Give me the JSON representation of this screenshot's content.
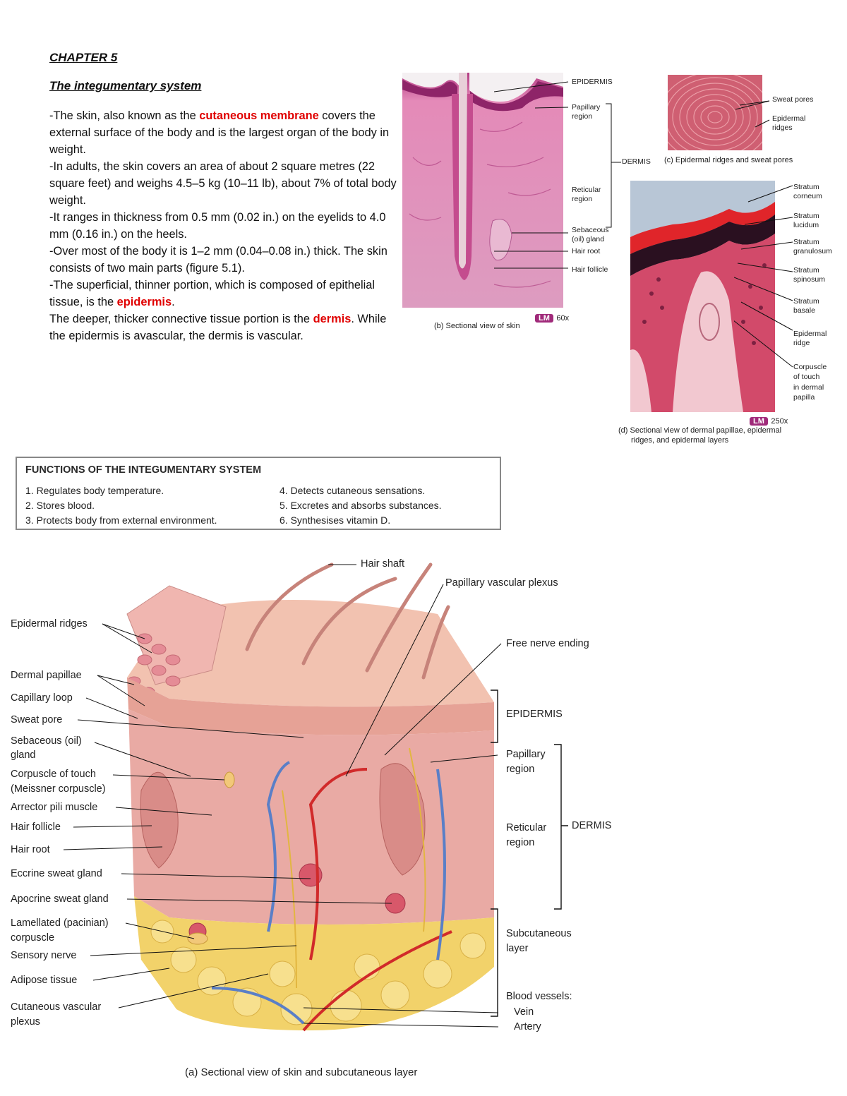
{
  "chapter": {
    "title": "CHAPTER 5",
    "section": "The integumentary system"
  },
  "body": {
    "p1_a": "-The skin, also known as the ",
    "p1_hl": "cutaneous membrane",
    "p1_b": " covers the external surface of the body and is the largest organ of the body in weight.",
    "p2": "-In adults, the skin covers an area of about 2 square metres (22 square feet) and weighs 4.5–5 kg (10–11 lb), about 7% of total body weight.",
    "p3": "-It ranges in thickness from 0.5 mm (0.02 in.) on the eyelids to 4.0 mm (0.16 in.) on the heels.",
    "p4": "-Over most of the body it is 1–2 mm (0.04–0.08 in.) thick. The skin consists of two main parts (figure 5.1).",
    "p5_a": "-The superficial, thinner portion, which is composed of epithelial tissue, is the ",
    "p5_hl": "epidermis",
    "p5_b": ".",
    "p6_a": "The deeper, thicker connective tissue portion is the ",
    "p6_hl": "dermis",
    "p6_b": ". While the epidermis is avascular, the dermis is vascular."
  },
  "fig_b": {
    "labels": {
      "epidermis": "EPIDERMIS",
      "papillary_1": "Papillary",
      "papillary_2": "region",
      "dermis": "DERMIS",
      "reticular_1": "Reticular",
      "reticular_2": "region",
      "sebaceous_1": "Sebaceous",
      "sebaceous_2": "(oil) gland",
      "hair_root": "Hair root",
      "hair_follicle": "Hair follicle"
    },
    "lm": "LM",
    "mag": "60x",
    "caption": "(b) Sectional view of skin"
  },
  "fig_c": {
    "labels": {
      "sweat_pores": "Sweat pores",
      "ridges_1": "Epidermal",
      "ridges_2": "ridges"
    },
    "caption": "(c) Epidermal ridges and sweat pores"
  },
  "fig_d": {
    "labels": {
      "corneum_1": "Stratum",
      "corneum_2": "corneum",
      "lucidum_1": "Stratum",
      "lucidum_2": "lucidum",
      "granulosum_1": "Stratum",
      "granulosum_2": "granulosum",
      "spinosum_1": "Stratum",
      "spinosum_2": "spinosum",
      "basale_1": "Stratum",
      "basale_2": "basale",
      "ridge_1": "Epidermal",
      "ridge_2": "ridge",
      "corp_1": "Corpuscle",
      "corp_2": "of touch",
      "corp_3": "in dermal",
      "corp_4": "papilla"
    },
    "lm": "LM",
    "mag": "250x",
    "caption_1": "(d) Sectional view of dermal papillae, epidermal",
    "caption_2": "ridges, and epidermal layers"
  },
  "functions": {
    "title": "FUNCTIONS OF THE INTEGUMENTARY SYSTEM",
    "items": [
      "1. Regulates body temperature.",
      "2. Stores blood.",
      "3. Protects body from external environment.",
      "4. Detects cutaneous sensations.",
      "5. Excretes and absorbs substances.",
      "6. Synthesises vitamin D."
    ]
  },
  "fig_a": {
    "left_labels": {
      "epidermal_ridges": "Epidermal ridges",
      "dermal_papillae": "Dermal papillae",
      "capillary_loop": "Capillary loop",
      "sweat_pore": "Sweat pore",
      "sebaceous_1": "Sebaceous (oil)",
      "sebaceous_2": "gland",
      "corpuscle_1": "Corpuscle of touch",
      "corpuscle_2": "(Meissner corpuscle)",
      "arrector": "Arrector pili muscle",
      "hair_follicle": "Hair follicle",
      "hair_root": "Hair root",
      "eccrine": "Eccrine sweat gland",
      "apocrine": "Apocrine sweat gland",
      "lamellated_1": "Lamellated (pacinian)",
      "lamellated_2": "corpuscle",
      "sensory_nerve": "Sensory nerve",
      "adipose": "Adipose tissue",
      "cutaneous_1": "Cutaneous vascular",
      "cutaneous_2": "plexus"
    },
    "right_labels": {
      "hair_shaft": "Hair shaft",
      "papillary_plexus": "Papillary vascular plexus",
      "free_nerve": "Free nerve ending",
      "epidermis": "EPIDERMIS",
      "papillary_1": "Papillary",
      "papillary_2": "region",
      "reticular_1": "Reticular",
      "reticular_2": "region",
      "dermis": "DERMIS",
      "subcutaneous_1": "Subcutaneous",
      "subcutaneous_2": "layer",
      "blood_vessels": "Blood vessels:",
      "vein": "Vein",
      "artery": "Artery"
    },
    "caption": "(a) Sectional view of skin and subcutaneous layer"
  },
  "colors": {
    "highlight": "#e00000",
    "tissue_pink": "#d77aa8",
    "fat_yellow": "#f2d26a",
    "vein_blue": "#5a7fc7",
    "artery_red": "#d12a2a"
  }
}
